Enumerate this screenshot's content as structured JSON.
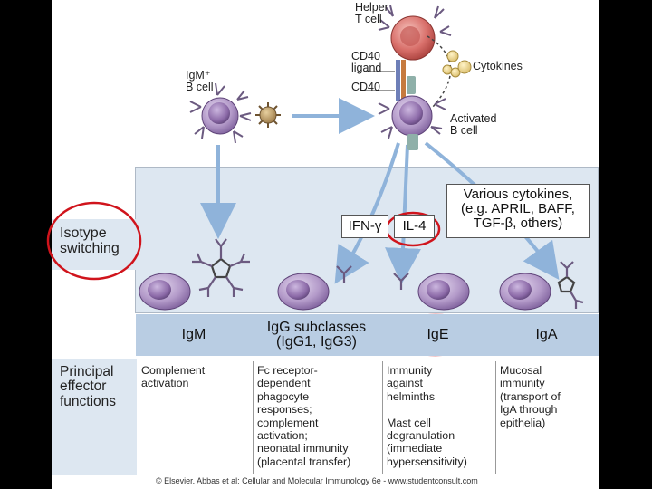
{
  "labels": {
    "helper": "Helper\nT cell",
    "cd40_ligand": "CD40\nligand",
    "cd40": "CD40",
    "cytokines": "Cytokines",
    "igm_bcell": "IgM⁺\nB cell",
    "activated": "Activated\nB cell",
    "various": "Various cytokines,\n(e.g. APRIL, BAFF,\nTGF-β, others)",
    "ifn": "IFN-γ",
    "il4": "IL-4",
    "isotype": "Isotype\nswitching"
  },
  "isotypes": [
    "IgM",
    "IgG subclasses\n(IgG1, IgG3)",
    "IgE",
    "IgA"
  ],
  "principal_label": "Principal\neffector\nfunctions",
  "effector_functions": [
    "Complement\nactivation",
    "Fc receptor-\ndependent\nphagocyte\nresponses;\ncomplement\nactivation;\nneonatal immunity\n(placental transfer)",
    "Immunity\nagainst\nhelminths\n\nMast cell\ndegranulation\n(immediate\nhypersensitivity)",
    "Mucosal\nimmunity\n(transport of\nIgA through\nepithelia)"
  ],
  "copyright": "© Elsevier. Abbas et al: Cellular and Molecular Immunology 6e - www.studentconsult.com",
  "colors": {
    "panel_blue": "#dde7f1",
    "header_blue": "#b9cde3",
    "cell_purple": "#b39ac9",
    "nucleus": "#7c5c99",
    "helper_red": "#d9706b",
    "arrow_blue": "#8fb3da",
    "highlight_red": "#d0141c",
    "antibody": "#6b5a80"
  }
}
